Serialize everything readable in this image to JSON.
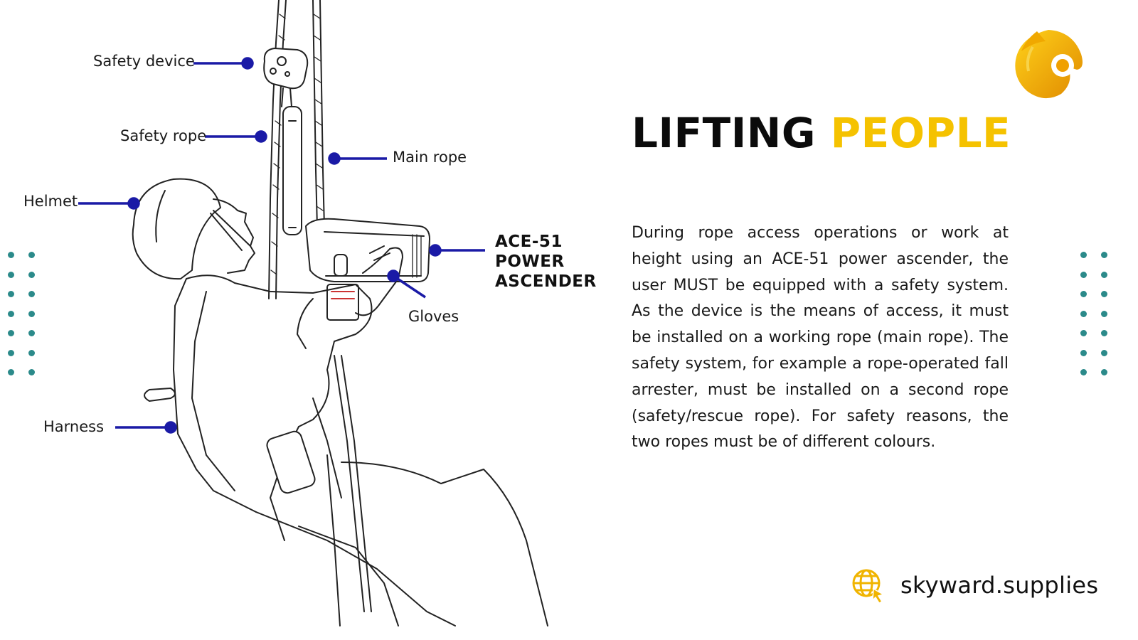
{
  "title": {
    "word1": "LIFTING",
    "word2": "PEOPLE"
  },
  "body": "During rope access operations or work at height using an ACE-51 power ascender, the user MUST be equipped with a safety system. As the device is the means of access, it must be installed on a working rope (main rope). The safety system, for example a rope-operated fall arrester, must be installed on a second rope (safety/rescue rope). For safety reasons, the two ropes must be of different colours.",
  "callouts": {
    "safety_device": "Safety device",
    "safety_rope": "Safety rope",
    "main_rope": "Main rope",
    "helmet": "Helmet",
    "gloves": "Gloves",
    "harness": "Harness"
  },
  "product": {
    "line1": "ACE-51",
    "line2": "POWER",
    "line3": "ASCENDER"
  },
  "footer": {
    "url": "skyward.supplies",
    "icon": "globe-cursor-icon"
  },
  "logo": {
    "icon": "eagle-head-logo"
  },
  "colors": {
    "accent_yellow": "#f5c200",
    "callout_blue": "#1a1aa6",
    "dots_teal": "#2b8a8a",
    "title_black": "#0b0b0b"
  }
}
